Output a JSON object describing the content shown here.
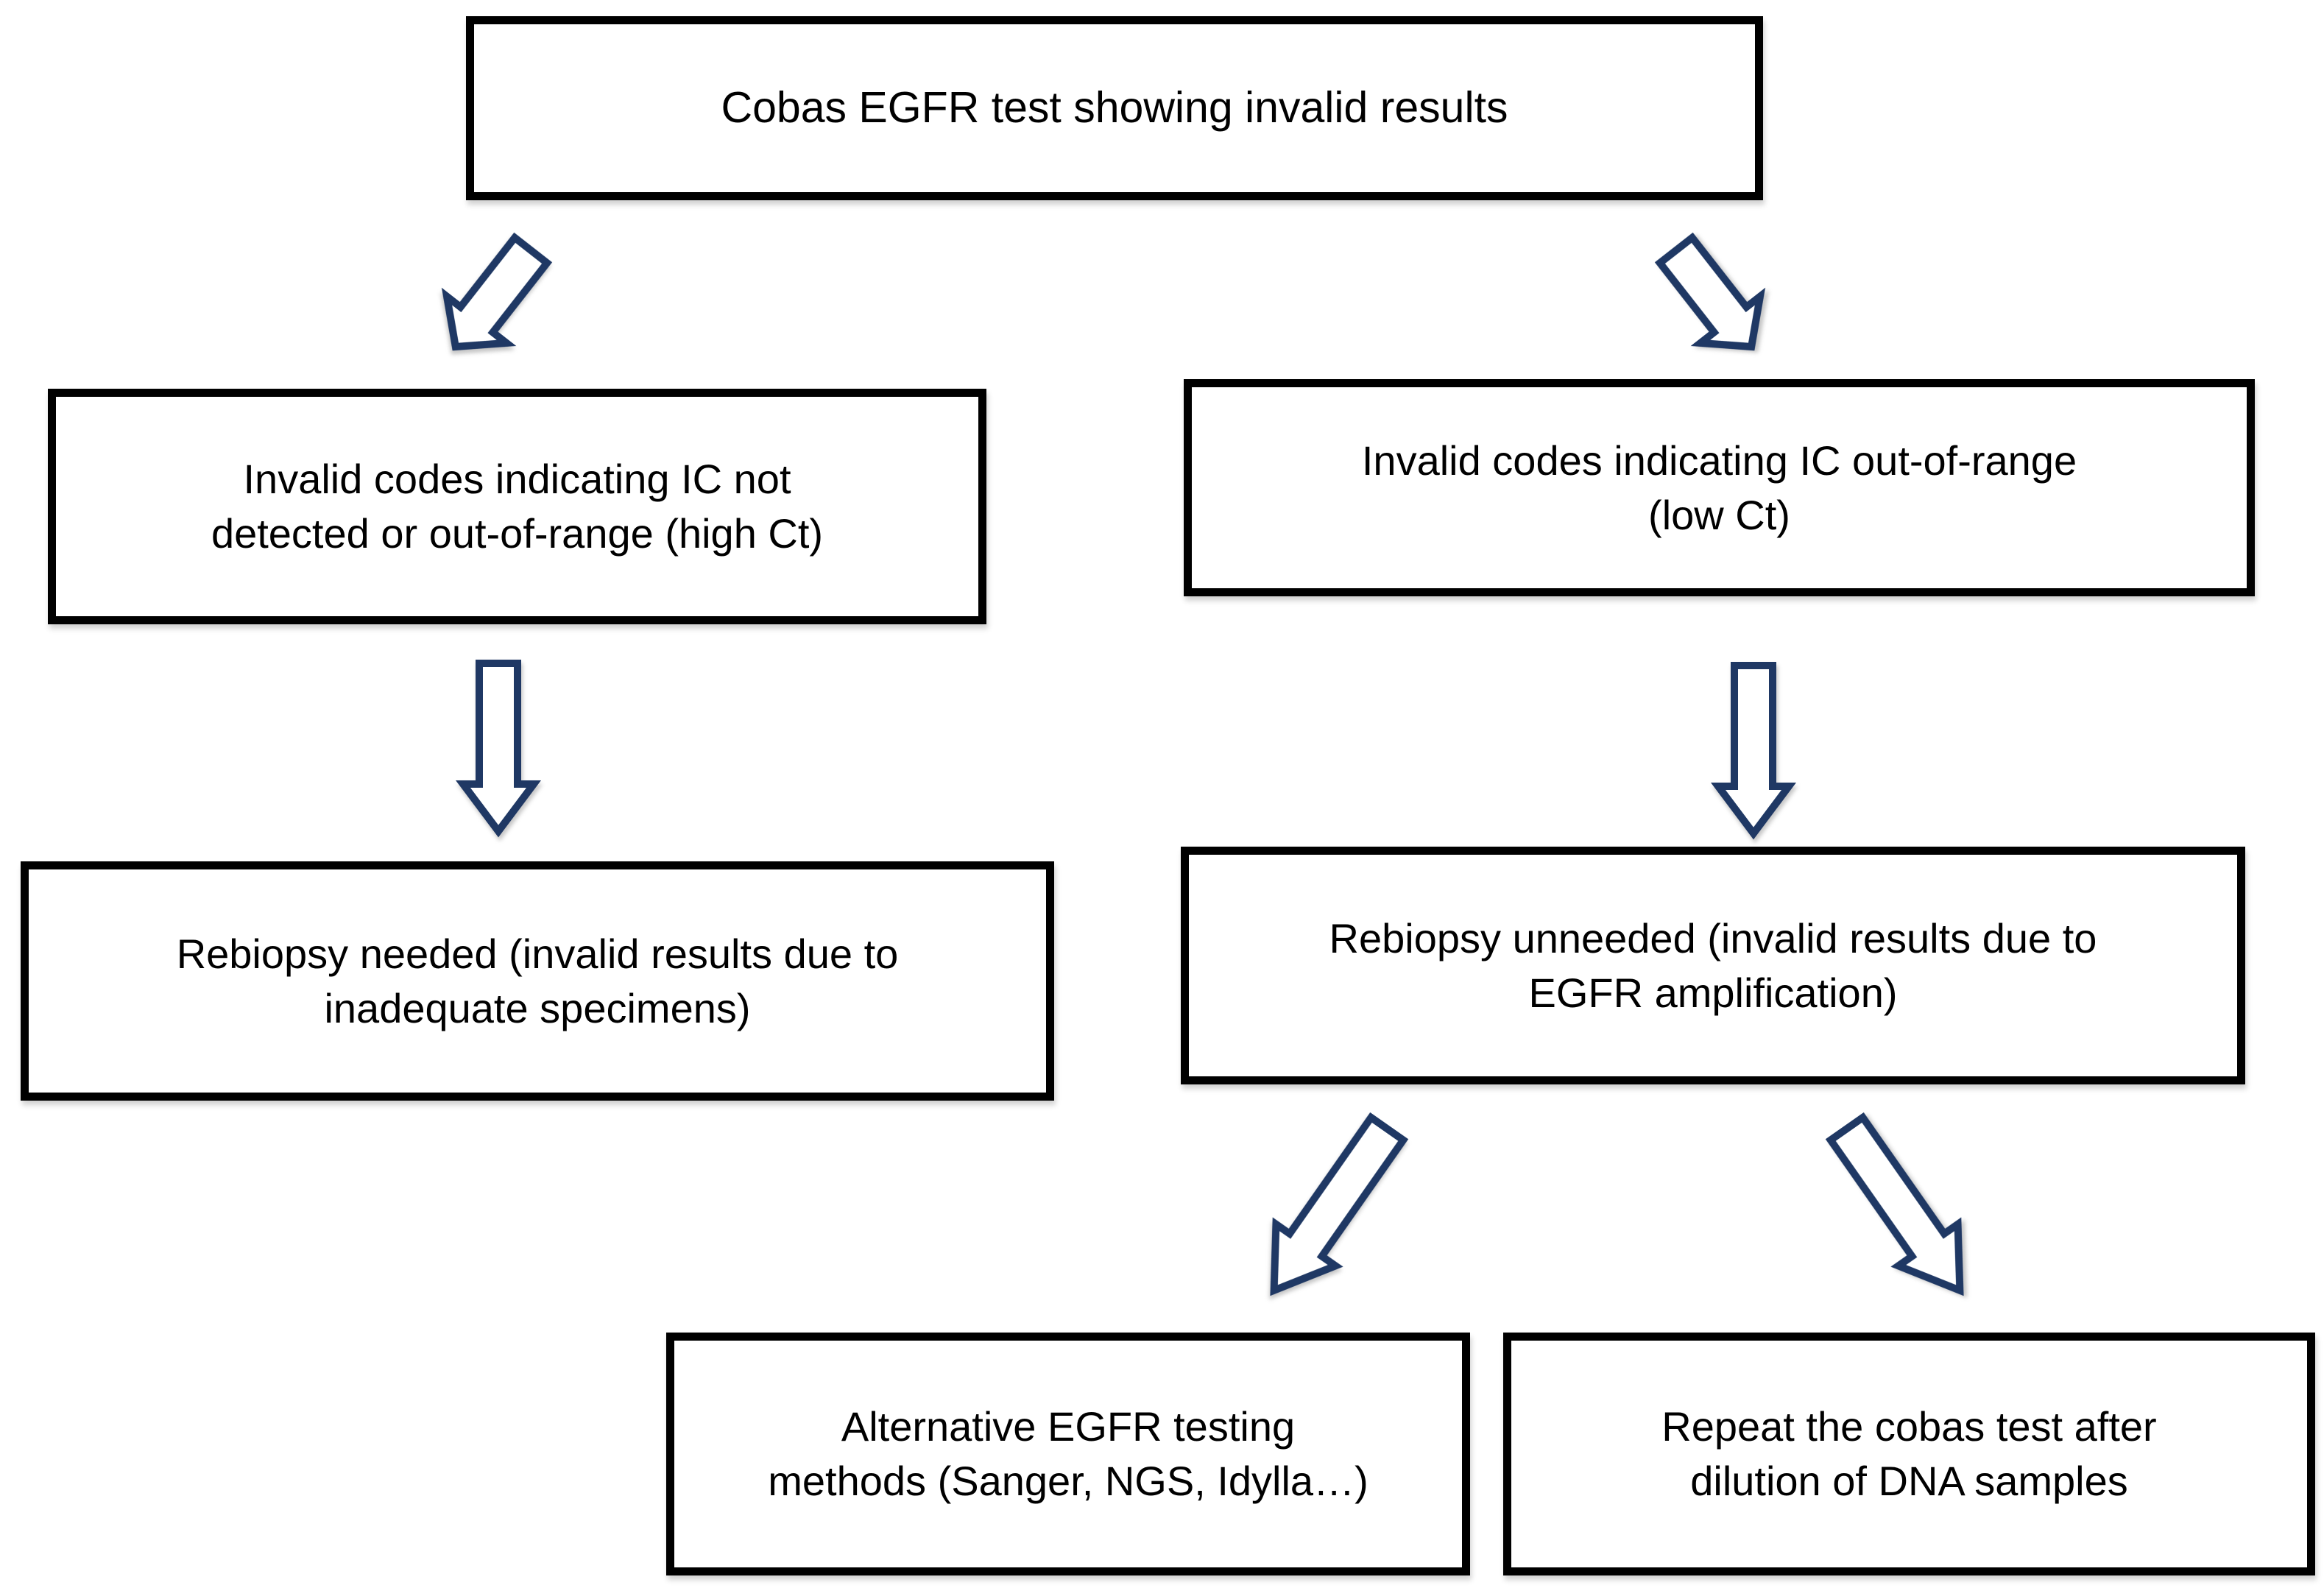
{
  "colors": {
    "bg": "#ffffff",
    "box_border": "#000000",
    "box_fill": "#ffffff",
    "text": "#000000",
    "arrow_outline": "#1f3864",
    "arrow_fill": "#ffffff"
  },
  "flowchart": {
    "nodes": {
      "root": {
        "label": "Cobas EGFR test showing invalid results"
      },
      "left_branch": {
        "label": "Invalid codes indicating IC not\ndetected or out-of-range (high Ct)"
      },
      "right_branch": {
        "label": "Invalid codes indicating IC out-of-range\n(low Ct)"
      },
      "left_outcome": {
        "label": "Rebiopsy needed (invalid results due to\ninadequate specimens)"
      },
      "right_outcome": {
        "label": "Rebiopsy unneeded (invalid results due to\nEGFR amplification)"
      },
      "option_alt": {
        "label": "Alternative EGFR testing\nmethods (Sanger, NGS, Idylla…)"
      },
      "option_repeat": {
        "label": "Repeat the cobas test after\ndilution of DNA samples"
      }
    },
    "edges": [
      {
        "from": "root",
        "to": "left_branch"
      },
      {
        "from": "root",
        "to": "right_branch"
      },
      {
        "from": "left_branch",
        "to": "left_outcome"
      },
      {
        "from": "right_branch",
        "to": "right_outcome"
      },
      {
        "from": "right_outcome",
        "to": "option_alt"
      },
      {
        "from": "right_outcome",
        "to": "option_repeat"
      }
    ]
  }
}
